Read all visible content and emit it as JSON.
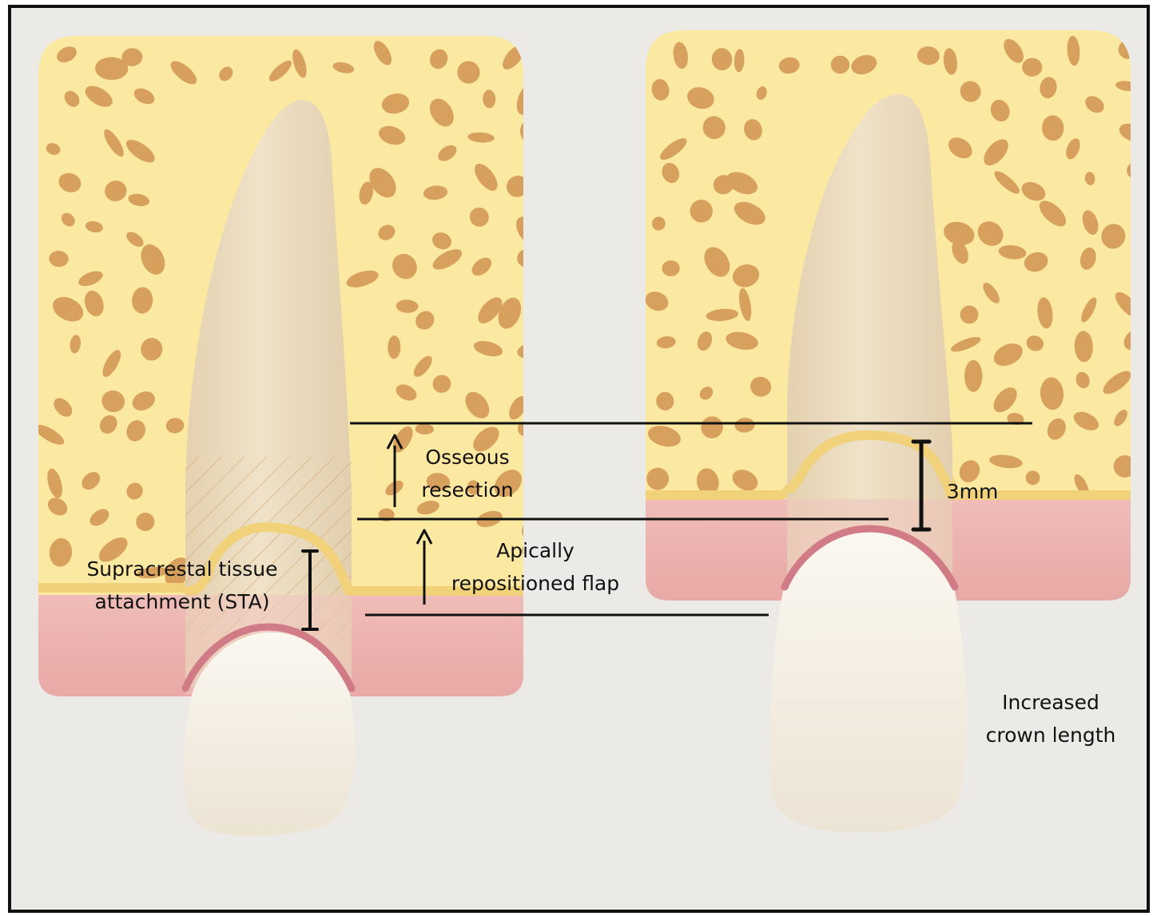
{
  "labels": {
    "osseous_1": "Osseous",
    "osseous_2": "resection",
    "flap_1": "Apically",
    "flap_2": "repositioned flap",
    "sta_1": "Supracrestal tissue",
    "sta_2": "attachment (STA)",
    "measure": "3mm",
    "crown_1": "Increased",
    "crown_2": "crown length"
  },
  "colors": {
    "background": "#eceae6",
    "frame": "#111111",
    "bone": "#fbe9a2",
    "bone_pores": "#d7a15d",
    "crest_edge": "#f1d27a",
    "gingiva": "#eeb8b4",
    "gingiva_margin": "#d17b86",
    "root": "#ecdcbf",
    "crown": "#f5f0e6",
    "hatch": "#d39a5e",
    "lines": "#111111"
  },
  "icons": {
    "up_arrow": "arrow-up-icon",
    "measure_bar": "dimension-bracket-icon"
  }
}
